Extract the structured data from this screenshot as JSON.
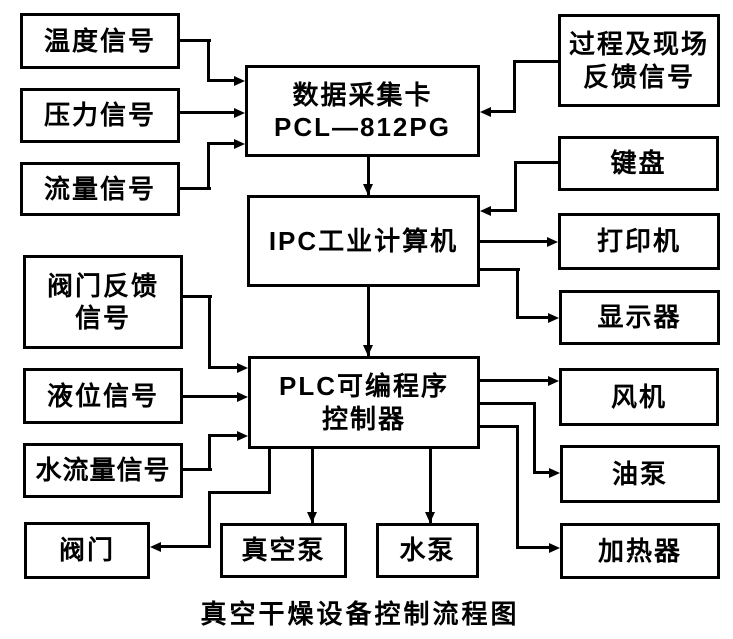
{
  "figure": {
    "caption": "真空干燥设备控制流程图"
  },
  "nodes": {
    "temp_signal": {
      "label": "温度信号"
    },
    "pressure_signal": {
      "label": "压力信号"
    },
    "flow_signal": {
      "label": "流量信号"
    },
    "valve_feedback": {
      "line1": "阀门反馈",
      "line2": "信号"
    },
    "level_signal": {
      "label": "液位信号"
    },
    "water_flow_signal": {
      "label": "水流量信号"
    },
    "valve": {
      "label": "阀门"
    },
    "daq": {
      "line1": "数据采集卡",
      "line2": "PCL—812PG"
    },
    "ipc": {
      "label": "IPC工业计算机"
    },
    "plc": {
      "line1": "PLC可编程序",
      "line2": "控制器"
    },
    "vacuum_pump": {
      "label": "真空泵"
    },
    "water_pump": {
      "label": "水泵"
    },
    "process_feedback": {
      "line1": "过程及现场",
      "line2": "反馈信号"
    },
    "keyboard": {
      "label": "键盘"
    },
    "printer": {
      "label": "打印机"
    },
    "display": {
      "label": "显示器"
    },
    "fan": {
      "label": "风机"
    },
    "oil_pump": {
      "label": "油泵"
    },
    "heater": {
      "label": "加热器"
    }
  },
  "edges": [
    {
      "from": "temp_signal",
      "to": "daq"
    },
    {
      "from": "pressure_signal",
      "to": "daq"
    },
    {
      "from": "flow_signal",
      "to": "daq"
    },
    {
      "from": "process_feedback",
      "to": "daq"
    },
    {
      "from": "daq",
      "to": "ipc"
    },
    {
      "from": "keyboard",
      "to": "ipc"
    },
    {
      "from": "ipc",
      "to": "printer"
    },
    {
      "from": "ipc",
      "to": "display"
    },
    {
      "from": "ipc",
      "to": "plc"
    },
    {
      "from": "valve_feedback",
      "to": "plc"
    },
    {
      "from": "level_signal",
      "to": "plc"
    },
    {
      "from": "water_flow_signal",
      "to": "plc"
    },
    {
      "from": "plc",
      "to": "fan"
    },
    {
      "from": "plc",
      "to": "oil_pump"
    },
    {
      "from": "plc",
      "to": "heater"
    },
    {
      "from": "plc",
      "to": "valve"
    },
    {
      "from": "plc",
      "to": "vacuum_pump"
    },
    {
      "from": "plc",
      "to": "water_pump"
    }
  ],
  "colors": {
    "line": "#000000",
    "background": "#ffffff",
    "text": "#000000"
  }
}
